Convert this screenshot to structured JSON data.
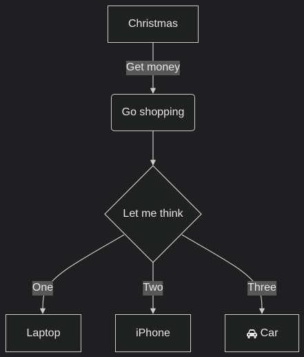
{
  "nodes": {
    "christmas": "Christmas",
    "go_shopping": "Go shopping",
    "decision": "Let me think",
    "laptop": "Laptop",
    "iphone": "iPhone",
    "car": "Car"
  },
  "edges": {
    "get_money": "Get money",
    "one": "One",
    "two": "Two",
    "three": "Three"
  },
  "icons": {
    "car": "car-icon"
  },
  "colors": {
    "background": "#1f1f22",
    "node_fill": "#1f2020",
    "stroke": "#cccccc",
    "edge_label_bg": "#585858",
    "text": "#e6e6e6"
  }
}
